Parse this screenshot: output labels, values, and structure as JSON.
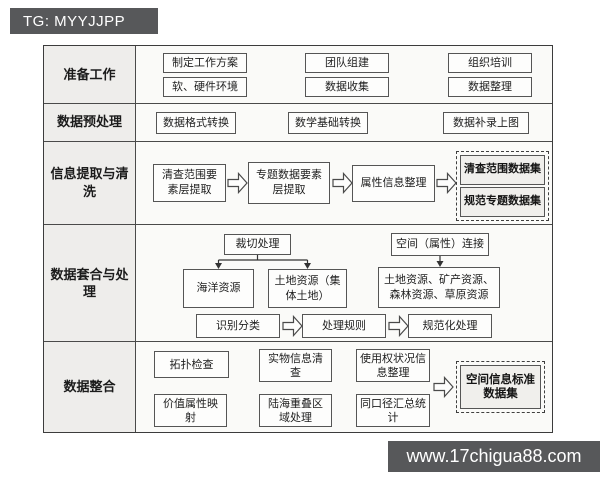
{
  "badge": "TG: MYYJJPP",
  "footer": "www.17chigua88.com",
  "colors": {
    "watermark_bg": "#57585a",
    "table_border": "#3c3c3c",
    "stage_bg": "#eeedeb",
    "box_border": "#555555",
    "dataset_bg": "#f0efec"
  },
  "table": {
    "row1": {
      "label": "准备工作",
      "boxes": [
        "制定工作方案",
        "团队组建",
        "组织培训",
        "软、硬件环境",
        "数据收集",
        "数据整理"
      ]
    },
    "row2": {
      "label": "数据预处理",
      "boxes": [
        "数据格式转换",
        "数学基础转换",
        "数据补录上图"
      ]
    },
    "row3": {
      "label": "信息提取与清洗",
      "flow": [
        "清查范围要素层提取",
        "专题数据要素层提取",
        "属性信息整理"
      ],
      "outputs": [
        "清查范围数据集",
        "规范专题数据集"
      ]
    },
    "row4": {
      "label": "数据套合与处理",
      "crop": "裁切处理",
      "join": "空间（属性）连接",
      "marine": "海洋资源",
      "land_collective": "土地资源（集体土地）",
      "resources": "土地资源、矿产资源、森林资源、草原资源",
      "flow": [
        "识别分类",
        "处理规则",
        "规范化处理"
      ]
    },
    "row5": {
      "label": "数据整合",
      "boxes": [
        "拓扑检查",
        "实物信息清查",
        "使用权状况信息整理",
        "价值属性映射",
        "陆海重叠区域处理",
        "同口径汇总统计"
      ],
      "output": "空间信息标准数据集"
    }
  }
}
